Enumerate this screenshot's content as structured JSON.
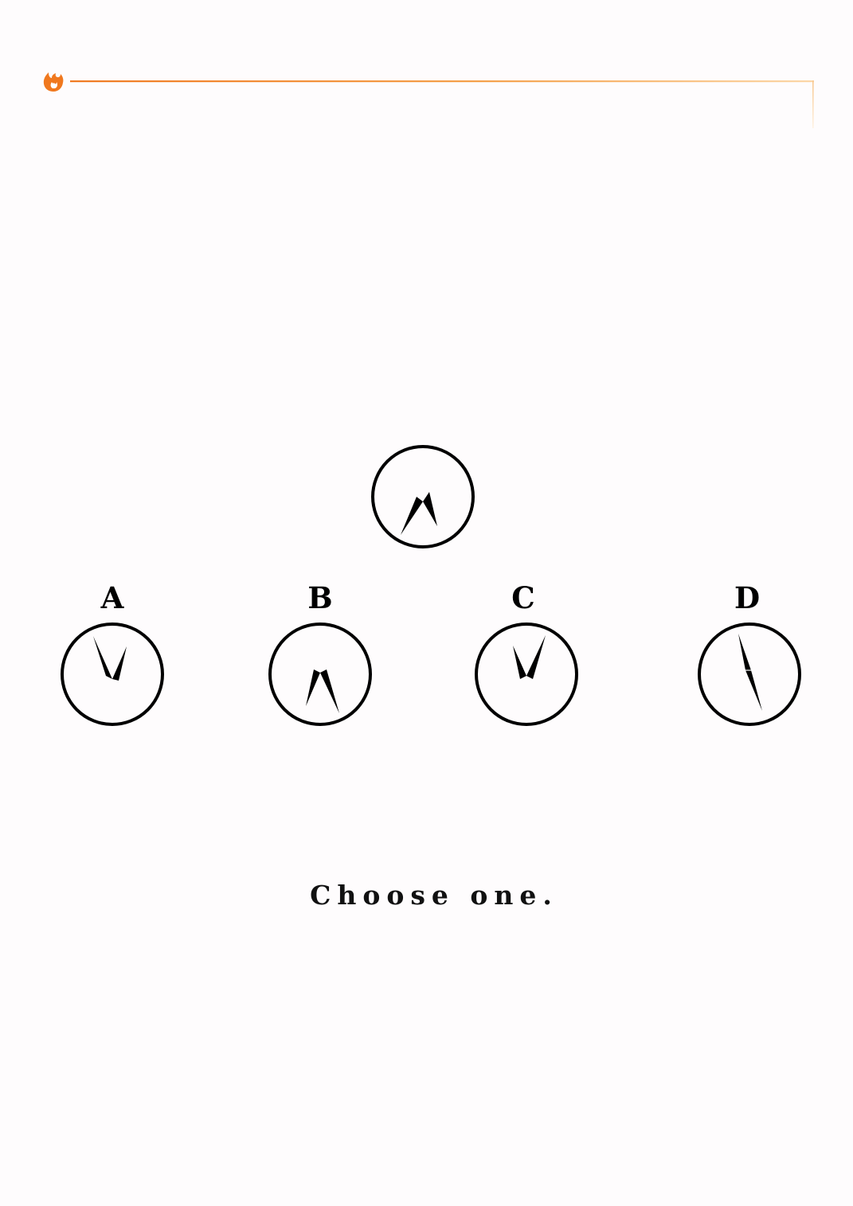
{
  "header": {
    "logo_icon": "flame-logo-icon",
    "accent_color": "#f28c28"
  },
  "question": {
    "reference_clock": {
      "icon": "clock-icon"
    },
    "options": [
      {
        "label": "A",
        "icon": "clock-icon"
      },
      {
        "label": "B",
        "icon": "clock-icon"
      },
      {
        "label": "C",
        "icon": "clock-icon"
      },
      {
        "label": "D",
        "icon": "clock-icon"
      }
    ],
    "prompt": "Choose one."
  }
}
